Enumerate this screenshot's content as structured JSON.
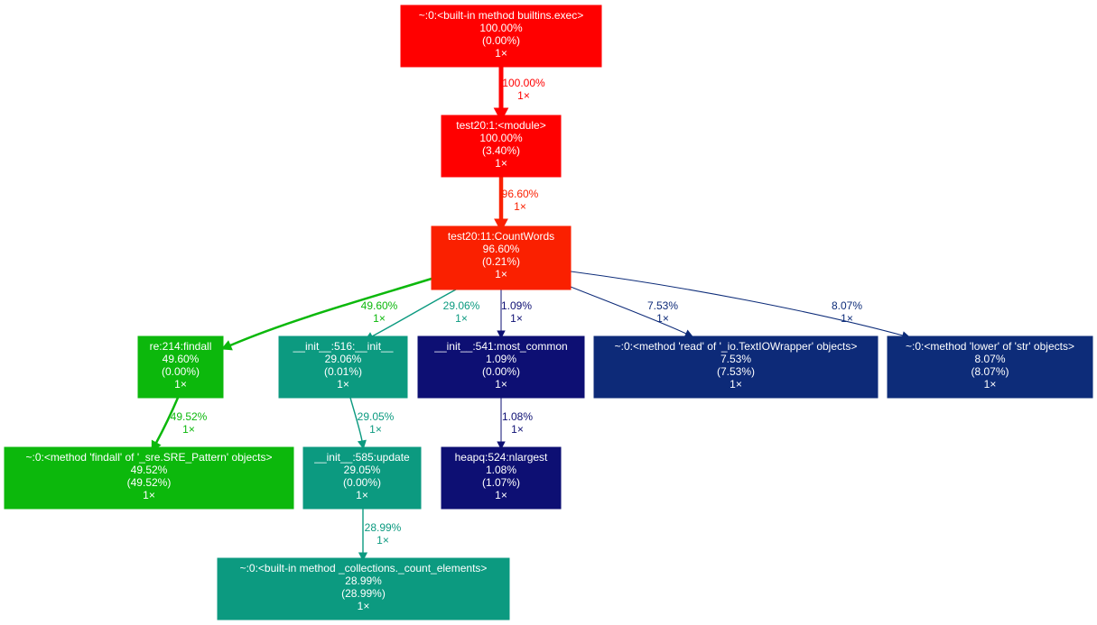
{
  "nodes": [
    {
      "id": "exec",
      "lines": [
        "~:0:<built-in method builtins.exec>",
        "100.00%",
        "(0.00%)",
        "1×"
      ],
      "color": "#ff0000"
    },
    {
      "id": "module",
      "lines": [
        "test20:1:<module>",
        "100.00%",
        "(3.40%)",
        "1×"
      ],
      "color": "#ff0000"
    },
    {
      "id": "countwords",
      "lines": [
        "test20:11:CountWords",
        "96.60%",
        "(0.21%)",
        "1×"
      ],
      "color": "#fa2000"
    },
    {
      "id": "findall",
      "lines": [
        "re:214:findall",
        "49.60%",
        "(0.00%)",
        "1×"
      ],
      "color": "#0cb80c"
    },
    {
      "id": "init516",
      "lines": [
        "__init__:516:__init__",
        "29.06%",
        "(0.01%)",
        "1×"
      ],
      "color": "#0c9a80"
    },
    {
      "id": "most_common",
      "lines": [
        "__init__:541:most_common",
        "1.09%",
        "(0.00%)",
        "1×"
      ],
      "color": "#0d0f73"
    },
    {
      "id": "read",
      "lines": [
        "~:0:<method 'read' of '_io.TextIOWrapper' objects>",
        "7.53%",
        "(7.53%)",
        "1×"
      ],
      "color": "#0d2a78"
    },
    {
      "id": "lower",
      "lines": [
        "~:0:<method 'lower' of 'str' objects>",
        "8.07%",
        "(8.07%)",
        "1×"
      ],
      "color": "#0d2c79"
    },
    {
      "id": "sre_findall",
      "lines": [
        "~:0:<method 'findall' of '_sre.SRE_Pattern' objects>",
        "49.52%",
        "(49.52%)",
        "1×"
      ],
      "color": "#0cb80c"
    },
    {
      "id": "update",
      "lines": [
        "__init__:585:update",
        "29.05%",
        "(0.00%)",
        "1×"
      ],
      "color": "#0c9a80"
    },
    {
      "id": "nlargest",
      "lines": [
        "heapq:524:nlargest",
        "1.08%",
        "(1.07%)",
        "1×"
      ],
      "color": "#0d0f73"
    },
    {
      "id": "count_elements",
      "lines": [
        "~:0:<built-in method _collections._count_elements>",
        "28.99%",
        "(28.99%)",
        "1×"
      ],
      "color": "#0c9a80"
    }
  ],
  "edges": [
    {
      "from": "exec",
      "to": "module",
      "percent": "100.00%",
      "calls": "1×",
      "color": "#ff0000"
    },
    {
      "from": "module",
      "to": "countwords",
      "percent": "96.60%",
      "calls": "1×",
      "color": "#fa2000"
    },
    {
      "from": "countwords",
      "to": "findall",
      "percent": "49.60%",
      "calls": "1×",
      "color": "#0cb80c"
    },
    {
      "from": "countwords",
      "to": "init516",
      "percent": "29.06%",
      "calls": "1×",
      "color": "#0c9a80"
    },
    {
      "from": "countwords",
      "to": "most_common",
      "percent": "1.09%",
      "calls": "1×",
      "color": "#0d0f73"
    },
    {
      "from": "countwords",
      "to": "read",
      "percent": "7.53%",
      "calls": "1×",
      "color": "#0d2a78"
    },
    {
      "from": "countwords",
      "to": "lower",
      "percent": "8.07%",
      "calls": "1×",
      "color": "#0d2c79"
    },
    {
      "from": "findall",
      "to": "sre_findall",
      "percent": "49.52%",
      "calls": "1×",
      "color": "#0cb80c"
    },
    {
      "from": "init516",
      "to": "update",
      "percent": "29.05%",
      "calls": "1×",
      "color": "#0c9a80"
    },
    {
      "from": "most_common",
      "to": "nlargest",
      "percent": "1.08%",
      "calls": "1×",
      "color": "#0d0f73"
    },
    {
      "from": "update",
      "to": "count_elements",
      "percent": "28.99%",
      "calls": "1×",
      "color": "#0c9a80"
    }
  ]
}
